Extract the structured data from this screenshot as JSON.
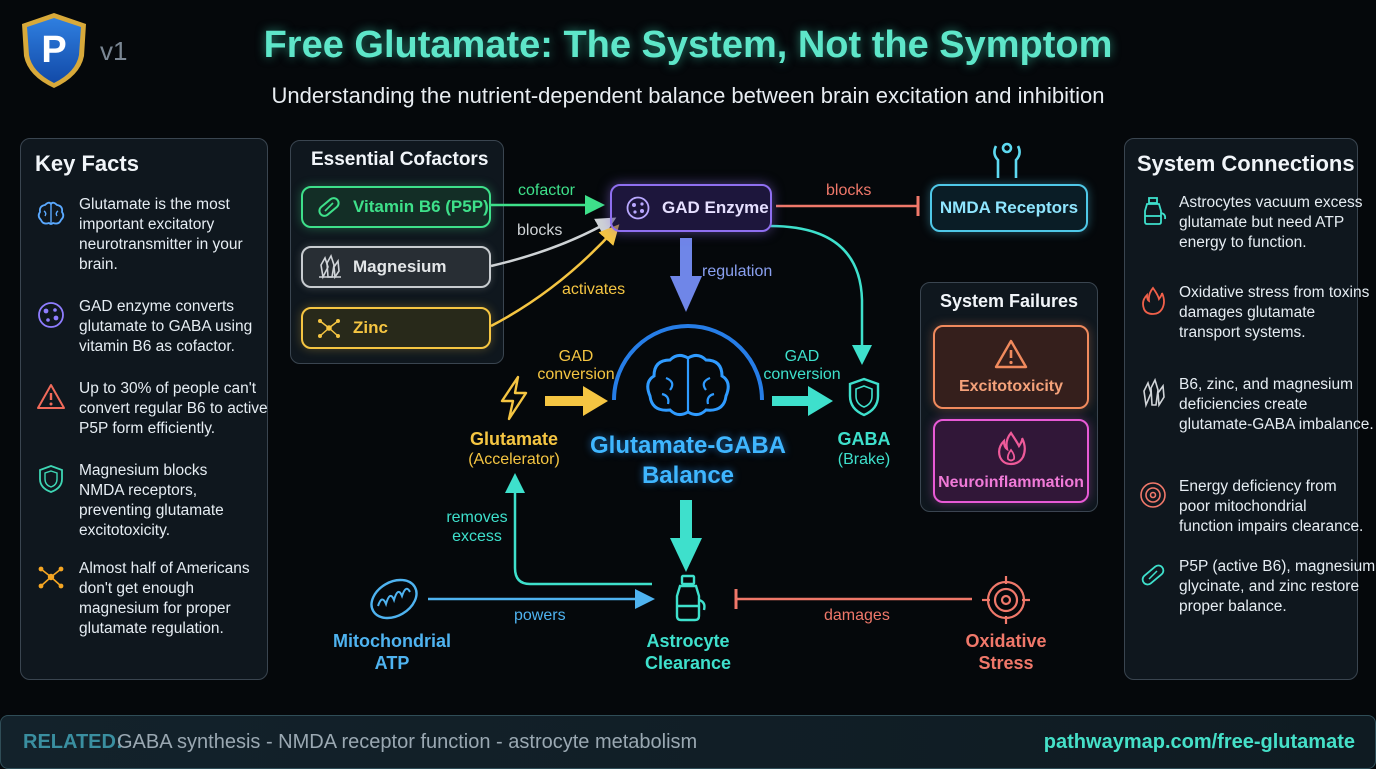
{
  "header": {
    "version": "v1",
    "title": "Free Glutamate: The System, Not the Symptom",
    "subtitle": "Understanding the nutrient-dependent balance between brain excitation and inhibition"
  },
  "key_facts": {
    "title": "Key Facts",
    "items": [
      {
        "icon": "brain-icon",
        "text": "Glutamate is the most important excitatory neurotransmitter in your brain."
      },
      {
        "icon": "enzyme-icon",
        "text": "GAD enzyme converts glutamate to GABA using vitamin B6 as cofactor."
      },
      {
        "icon": "warning-icon",
        "text": "Up to 30% of people can't convert regular B6 to active P5P form efficiently."
      },
      {
        "icon": "shield-icon",
        "text": "Magnesium blocks NMDA receptors, preventing glutamate excitotoxicity."
      },
      {
        "icon": "molecule-icon",
        "text": "Almost half of Americans don't get enough magnesium for proper glutamate regulation."
      }
    ]
  },
  "cofactors": {
    "title": "Essential Cofactors",
    "items": [
      {
        "label": "Vitamin B6 (P5P)",
        "icon": "pill-icon",
        "color": "#3ee08a"
      },
      {
        "label": "Magnesium",
        "icon": "crystal-icon",
        "color": "#d0d4d8"
      },
      {
        "label": "Zinc",
        "icon": "molecule-icon",
        "color": "#f5c542"
      }
    ]
  },
  "diagram": {
    "gad_enzyme": "GAD Enzyme",
    "nmda": "NMDA Receptors",
    "edge_cofactor": "cofactor",
    "edge_blocks_mg": "blocks",
    "edge_activates": "activates",
    "edge_blocks_nmda": "blocks",
    "edge_regulation": "regulation",
    "gad_conversion_left": "GAD conversion",
    "gad_conversion_right": "GAD conversion",
    "glutamate": "Glutamate",
    "glutamate_sub": "(Accelerator)",
    "center_line1": "Glutamate-GABA",
    "center_line2": "Balance",
    "gaba": "GABA",
    "gaba_sub": "(Brake)",
    "removes_excess": "removes excess",
    "mito_line1": "Mitochondrial",
    "mito_line2": "ATP",
    "powers": "powers",
    "astro_line1": "Astrocyte",
    "astro_line2": "Clearance",
    "damages": "damages",
    "ox_line1": "Oxidative",
    "ox_line2": "Stress"
  },
  "failures": {
    "title": "System Failures",
    "items": [
      {
        "label": "Excitotoxicity",
        "icon": "warning-icon",
        "color": "#f08a5d"
      },
      {
        "label": "Neuroinflammation",
        "icon": "flame-icon",
        "color": "#e85ad6"
      }
    ]
  },
  "connections": {
    "title": "System Connections",
    "items": [
      {
        "icon": "flask-icon",
        "text": "Astrocytes vacuum excess glutamate but need ATP energy to function."
      },
      {
        "icon": "flame-icon",
        "text": "Oxidative stress from toxins damages glutamate transport systems."
      },
      {
        "icon": "crystal-icon",
        "text": "B6, zinc, and magnesium deficiencies create glutamate-GABA imbalance."
      },
      {
        "icon": "target-icon",
        "text": "Energy deficiency from poor mitochondrial function impairs clearance."
      },
      {
        "icon": "pill-icon",
        "text": "P5P (active B6), magnesium glycinate, and zinc restore proper balance."
      }
    ]
  },
  "footer": {
    "related_label": "RELATED:",
    "related_text": "GABA synthesis - NMDA receptor function - astrocyte metabolism",
    "url": "pathwaymap.com/free-glutamate"
  }
}
